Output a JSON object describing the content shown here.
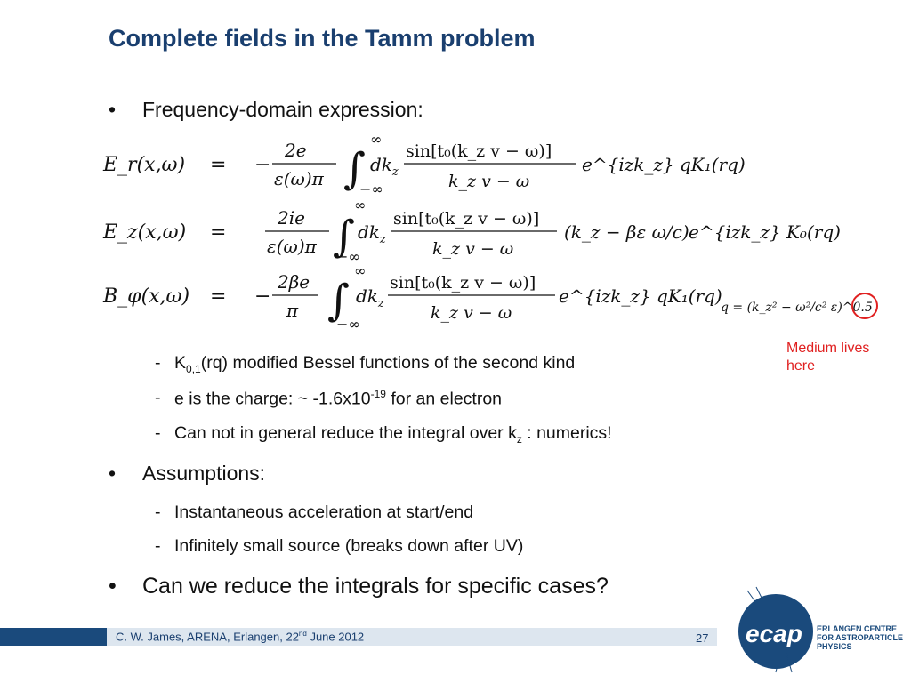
{
  "title": "Complete fields in the Tamm problem",
  "bullets": [
    {
      "dot": "•",
      "text": "Frequency-domain expression:"
    },
    {
      "dot": "•",
      "text": "Assumptions:"
    },
    {
      "dot": "•",
      "text": "Can we reduce the integrals for specific cases?"
    }
  ],
  "subbullets": {
    "k01": {
      "dash": "-",
      "pre": "K",
      "sub": "0,1",
      "post": "(rq) modified Bessel functions of the second kind"
    },
    "charge": {
      "dash": "-",
      "pre": "e is the charge: ~ -1.6x10",
      "sup": "-19",
      "post": " for an electron"
    },
    "numerics": {
      "dash": "-",
      "pre": "Can not in general reduce the integral over k",
      "sub": "z",
      "post": " : numerics!"
    },
    "instant": {
      "dash": "-",
      "text": "Instantaneous acceleration at start/end"
    },
    "small": {
      "dash": "-",
      "text": "Infinitely small source (breaks down after UV)"
    }
  },
  "equations": {
    "er_lhs": "E_r(x,ω)",
    "ez_lhs": "E_z(x,ω)",
    "bphi_lhs": "B_φ(x,ω)",
    "equals": "=",
    "minus": "−",
    "er_coef_num": "2e",
    "er_coef_den": "ε(ω)π",
    "ez_coef_num": "2ie",
    "ez_coef_den": "ε(ω)π",
    "b_coef_num": "2βe",
    "b_coef_den": "π",
    "inf_upper": "∞",
    "inf_lower": "−∞",
    "integrand_num": "sin[t₀(k_z v − ω)]",
    "integrand_den": "k_z v − ω",
    "er_tail": "e^{izk_z} qK₁(rq)",
    "ez_mid": "(k_z − βε ω/c)",
    "ez_tail": "e^{izk_z} K₀(rq)",
    "b_tail": "e^{izk_z} qK₁(rq)",
    "q_def": "q = (k_z² − ω²/c² ε)^0.5"
  },
  "annotation": "Medium lives here",
  "footer": {
    "pre": "C. W. James, ARENA, Erlangen, 22",
    "sup": "nd",
    "post": " June 2012",
    "page": "27"
  },
  "logo": {
    "mark": "ecap",
    "line1": "ERLANGEN CENTRE",
    "line2": "FOR ASTROPARTICLE",
    "line3": "PHYSICS"
  },
  "colors": {
    "title": "#1a3f6f",
    "annotation": "#e02020",
    "footer_dark": "#1a4a7c",
    "footer_light": "#dde6ef"
  }
}
